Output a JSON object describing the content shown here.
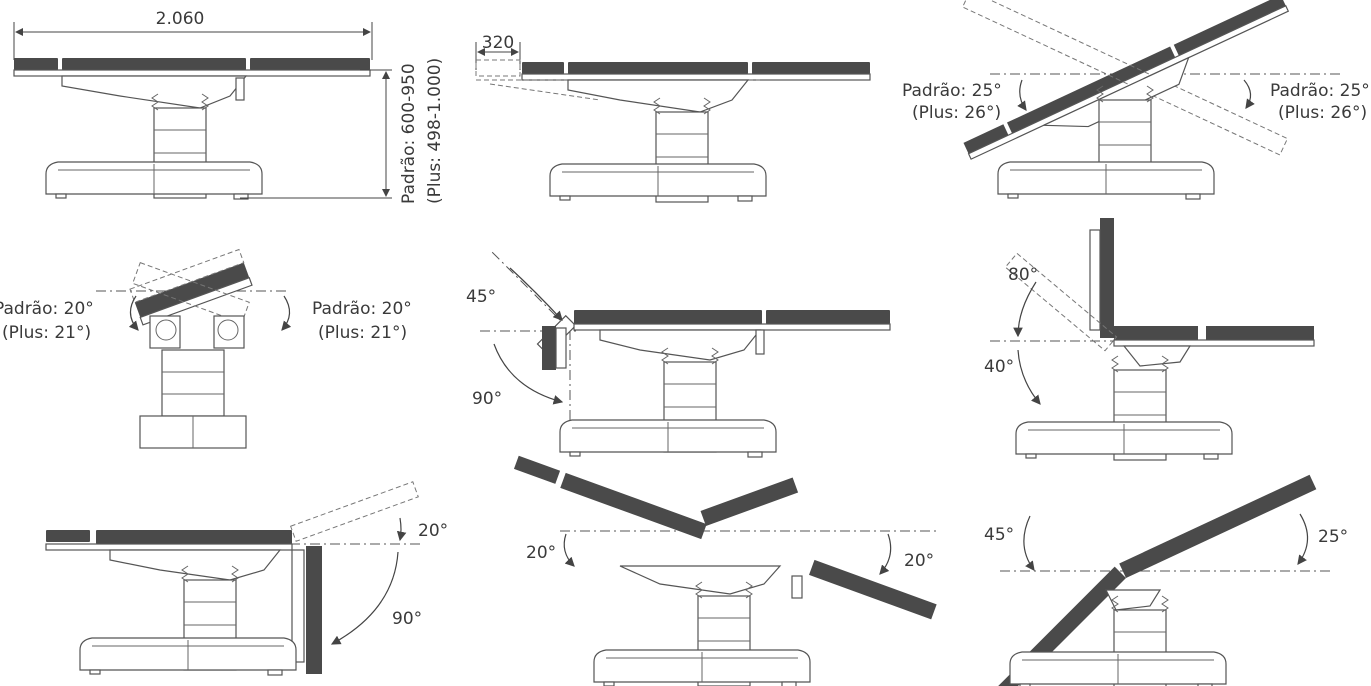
{
  "views": {
    "standard": {
      "length": "2.060",
      "height_std": "Padrão: 600-950",
      "height_plus": "(Plus: 498-1.000)"
    },
    "slide": {
      "slide": "320"
    },
    "trend": {
      "left_std": "Padrão: 25°",
      "left_plus": "(Plus: 26°)",
      "right_std": "Padrão: 25°",
      "right_plus": "(Plus: 26°)"
    },
    "lateral": {
      "left_std": "Padrão: 20°",
      "left_plus": "(Plus: 21°)",
      "right_std": "Padrão: 20°",
      "right_plus": "(Plus: 21°)"
    },
    "head": {
      "up": "45°",
      "down": "90°"
    },
    "back": {
      "up": "80°",
      "down": "40°"
    },
    "leg": {
      "up": "20°",
      "down": "90°"
    },
    "flex": {
      "left": "20°",
      "right": "20°"
    },
    "reflex": {
      "left": "45°",
      "right": "25°"
    }
  }
}
